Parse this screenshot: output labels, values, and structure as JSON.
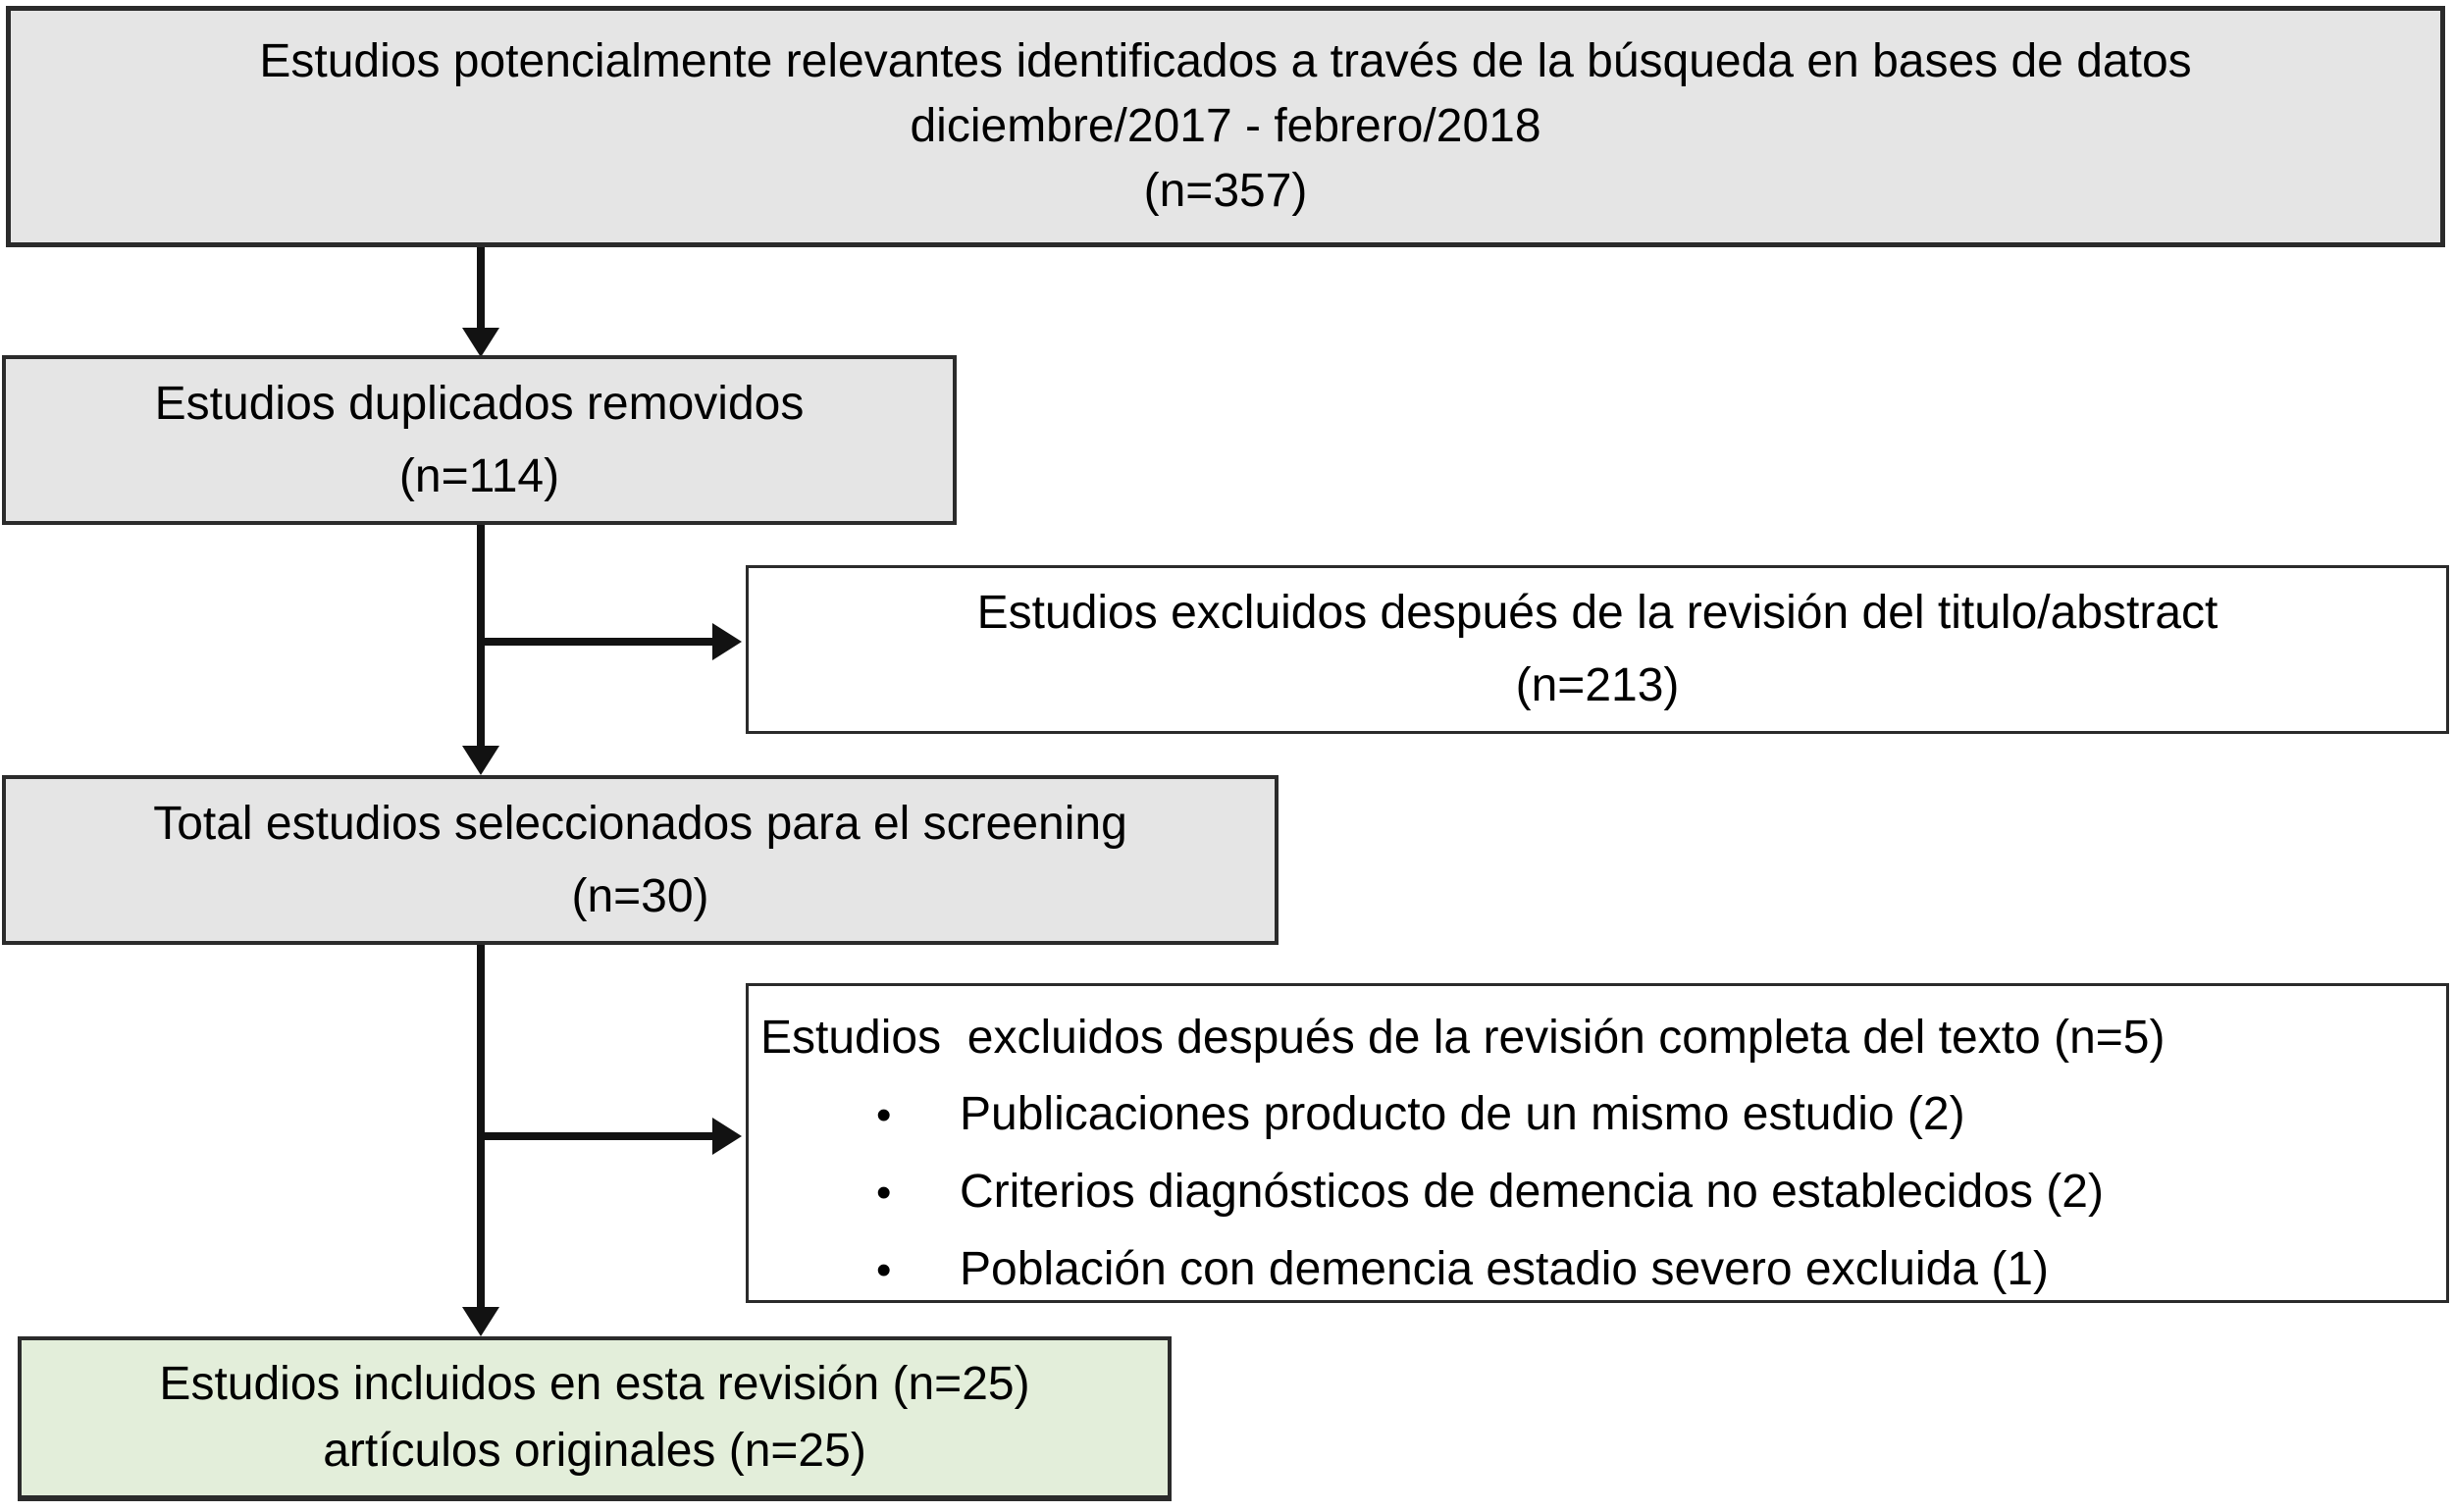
{
  "diagram": {
    "box_identified": {
      "line1": "Estudios potencialmente relevantes identificados a través de la búsqueda en bases de datos",
      "line2": "diciembre/2017 - febrero/2018",
      "line3": "(n=357)"
    },
    "box_duplicates": {
      "line1": "Estudios duplicados removidos",
      "line2": "(n=114)"
    },
    "box_excluded_title_abstract": {
      "line1": "Estudios excluidos después de la revisión del titulo/abstract",
      "line2": "(n=213)"
    },
    "box_screening": {
      "line1": "Total estudios seleccionados para el screening",
      "line2": "(n=30)"
    },
    "box_excluded_fulltext": {
      "title": "Estudios  excluidos después de la revisión completa del texto (n=5)",
      "bullet_char": "•",
      "bullets": [
        "Publicaciones producto de un mismo estudio (2)",
        "Criterios diagnósticos de demencia no establecidos (2)",
        "Población con demencia estadio severo excluida (1)"
      ]
    },
    "box_included": {
      "line1": "Estudios incluidos en esta revisión (n=25)",
      "line2": "artículos originales (n=25)"
    },
    "colors": {
      "gray_fill": "#e5e5e5",
      "white_fill": "#ffffff",
      "green_fill": "#e3eeda",
      "border": "#2b2b2b",
      "arrow": "#121212"
    }
  }
}
